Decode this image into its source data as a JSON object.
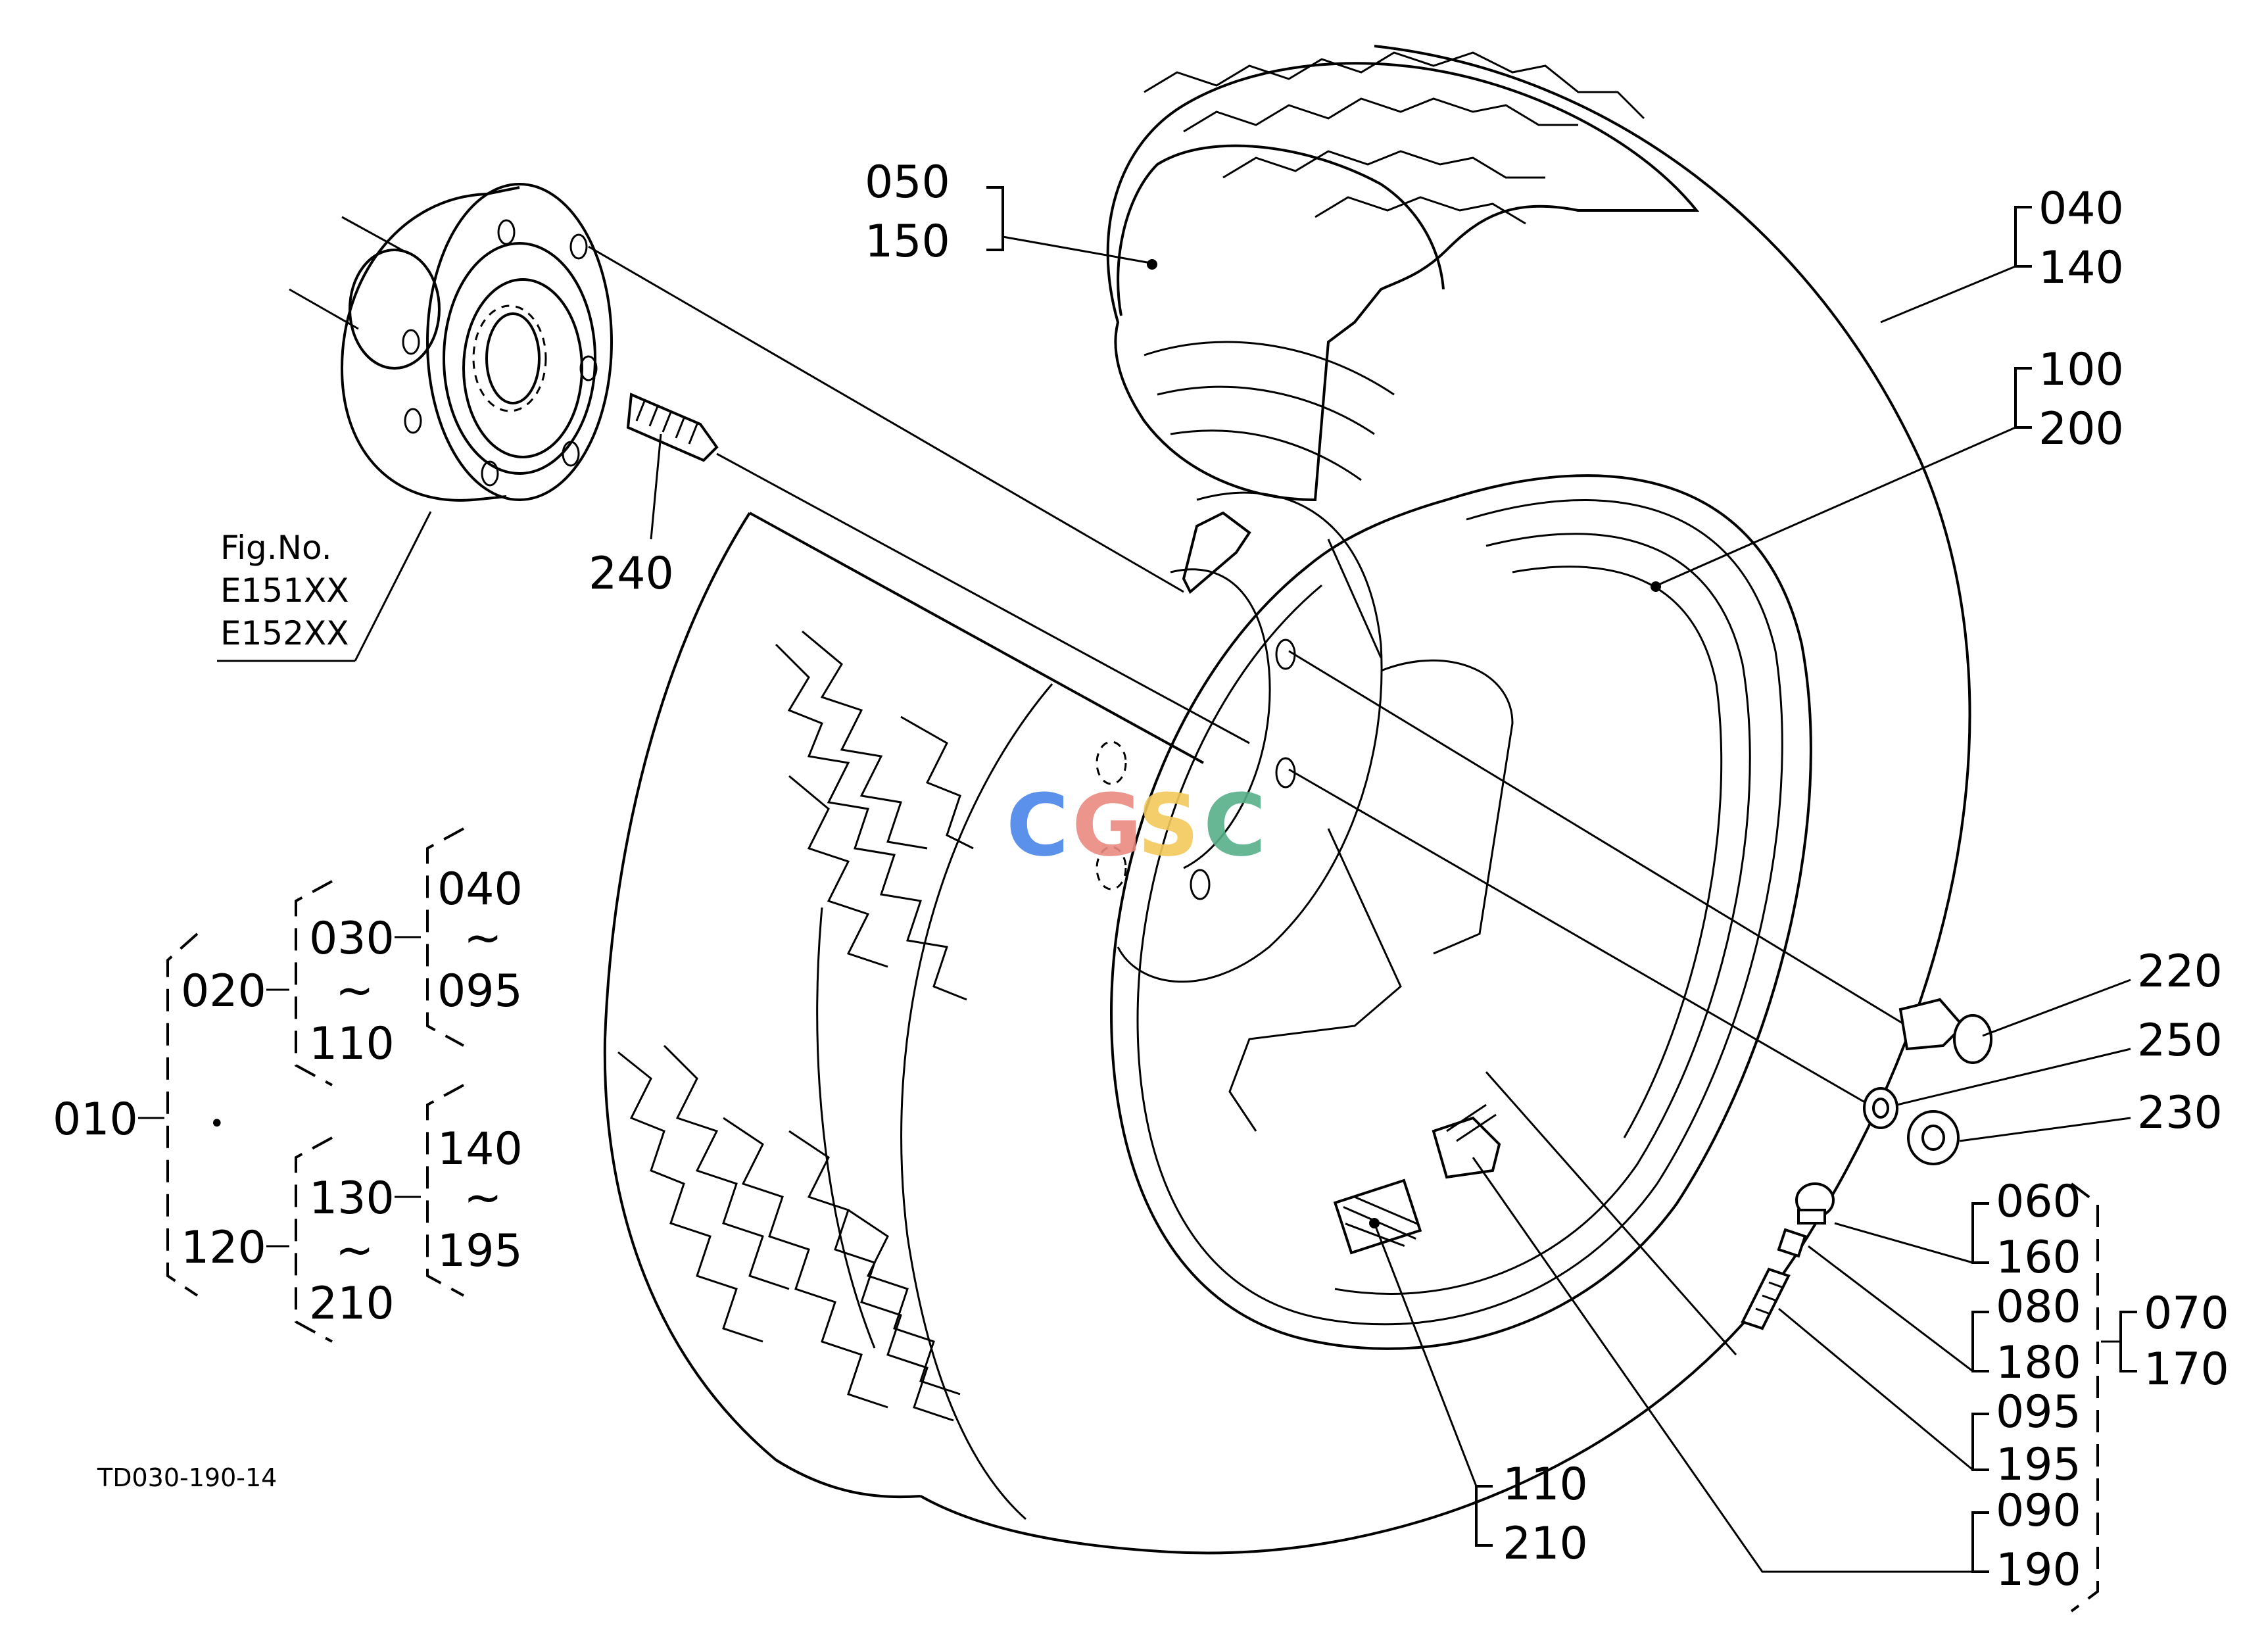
{
  "figure": {
    "figure_ref_heading": "Fig.No.",
    "figure_refs": [
      "E151XX",
      "E152XX"
    ],
    "drawing_code": "TD030-190-14"
  },
  "watermark": {
    "text": "CGSC",
    "colors": [
      "#4a86e8",
      "#ea8a80",
      "#f4c95d",
      "#57b08a"
    ]
  },
  "callouts": {
    "c050": "050",
    "c150": "150",
    "c040": "040",
    "c140": "140",
    "c100": "100",
    "c200": "200",
    "c240": "240",
    "c220": "220",
    "c250": "250",
    "c230": "230",
    "c060": "060",
    "c160": "160",
    "c080": "080",
    "c180": "180",
    "c095": "095",
    "c195": "195",
    "c090": "090",
    "c190": "190",
    "c070": "070",
    "c170": "170",
    "c110": "110",
    "c210": "210"
  },
  "hierarchy": {
    "root": "010",
    "dot": "•",
    "upper": "020",
    "lower": "120",
    "upper_sub_from": "030",
    "upper_sub_to": "110",
    "upper_detail_from": "040",
    "upper_detail_to": "095",
    "lower_sub_from": "130",
    "lower_sub_to": "210",
    "lower_detail_from": "140",
    "lower_detail_to": "195",
    "range_symbol": "~"
  }
}
